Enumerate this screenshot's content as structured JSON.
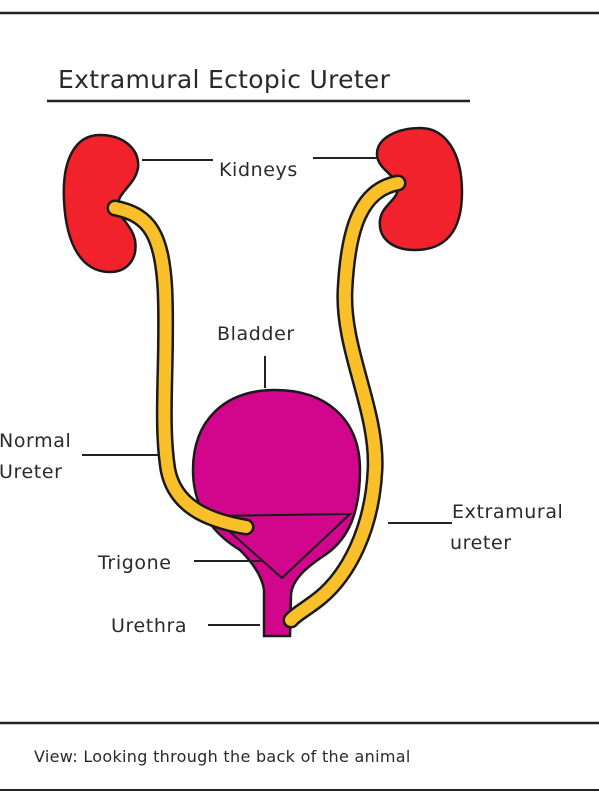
{
  "diagram": {
    "title": "Extramural Ectopic Ureter",
    "labels": {
      "kidneys": "Kidneys",
      "bladder": "Bladder",
      "normal_ureter_line1": "Normal",
      "normal_ureter_line2": "Ureter",
      "extramural_ureter_line1": "Extramural",
      "extramural_ureter_line2": "ureter",
      "trigone": "Trigone",
      "urethra": "Urethra"
    },
    "footer": "View: Looking through the back of the animal",
    "colors": {
      "kidney": "#f2222d",
      "ureter": "#f9c02a",
      "bladder": "#d2068c",
      "outline": "#1a1a1a"
    }
  }
}
